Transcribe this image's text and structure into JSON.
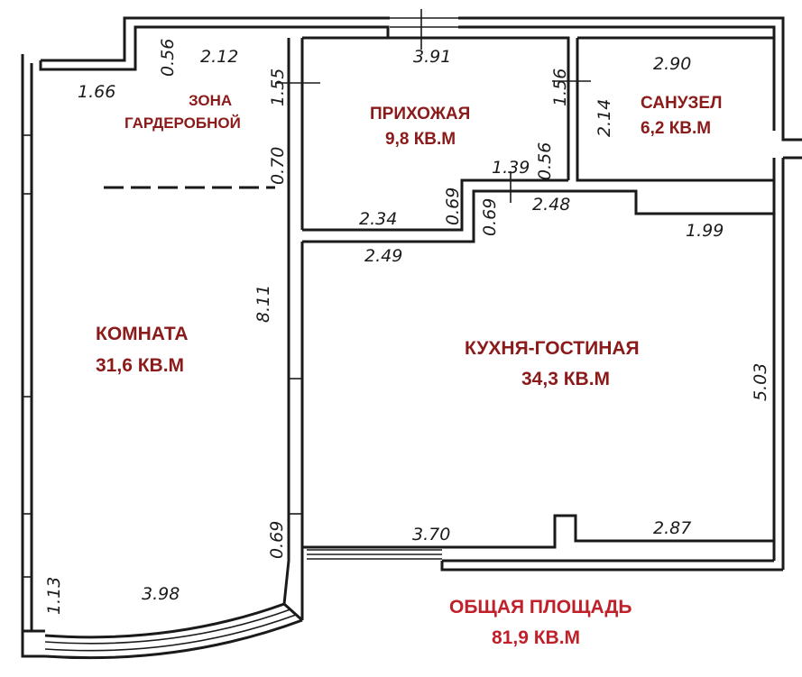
{
  "colors": {
    "room_label": "#8b1a1a",
    "total_label": "#c0202a",
    "wall": "#1a1a1a"
  },
  "rooms": {
    "wardrobe": {
      "name_line1": "ЗОНА",
      "name_line2": "ГАРДЕРОБНОЙ"
    },
    "hallway": {
      "name": "ПРИХОЖАЯ",
      "area": "9,8 КВ.М"
    },
    "bathroom": {
      "name": "САНУЗЕЛ",
      "area": "6,2 КВ.М"
    },
    "room": {
      "name": "КОМНАТА",
      "area": "31,6 КВ.М"
    },
    "kitchen": {
      "name": "КУХНЯ-ГОСТИНАЯ",
      "area": "34,3 КВ.М"
    }
  },
  "total": {
    "label": "ОБЩАЯ ПЛОЩАДЬ",
    "area": "81,9 КВ.М"
  },
  "dimensions": {
    "d_056_top": "0.56",
    "d_212": "2.12",
    "d_391": "3.91",
    "d_290": "2.90",
    "d_166": "1.66",
    "d_155": "1.55",
    "d_156": "1.56",
    "d_214": "2.14",
    "d_070": "0.70",
    "d_139": "1.39",
    "d_056_mid": "0.56",
    "d_069_a": "0.69",
    "d_069_b": "0.69",
    "d_234": "2.34",
    "d_248": "2.48",
    "d_199": "1.99",
    "d_249": "2.49",
    "d_811": "8.11",
    "d_503": "5.03",
    "d_370": "3.70",
    "d_287": "2.87",
    "d_069_c": "0.69",
    "d_113": "1.13",
    "d_398": "3.98"
  }
}
